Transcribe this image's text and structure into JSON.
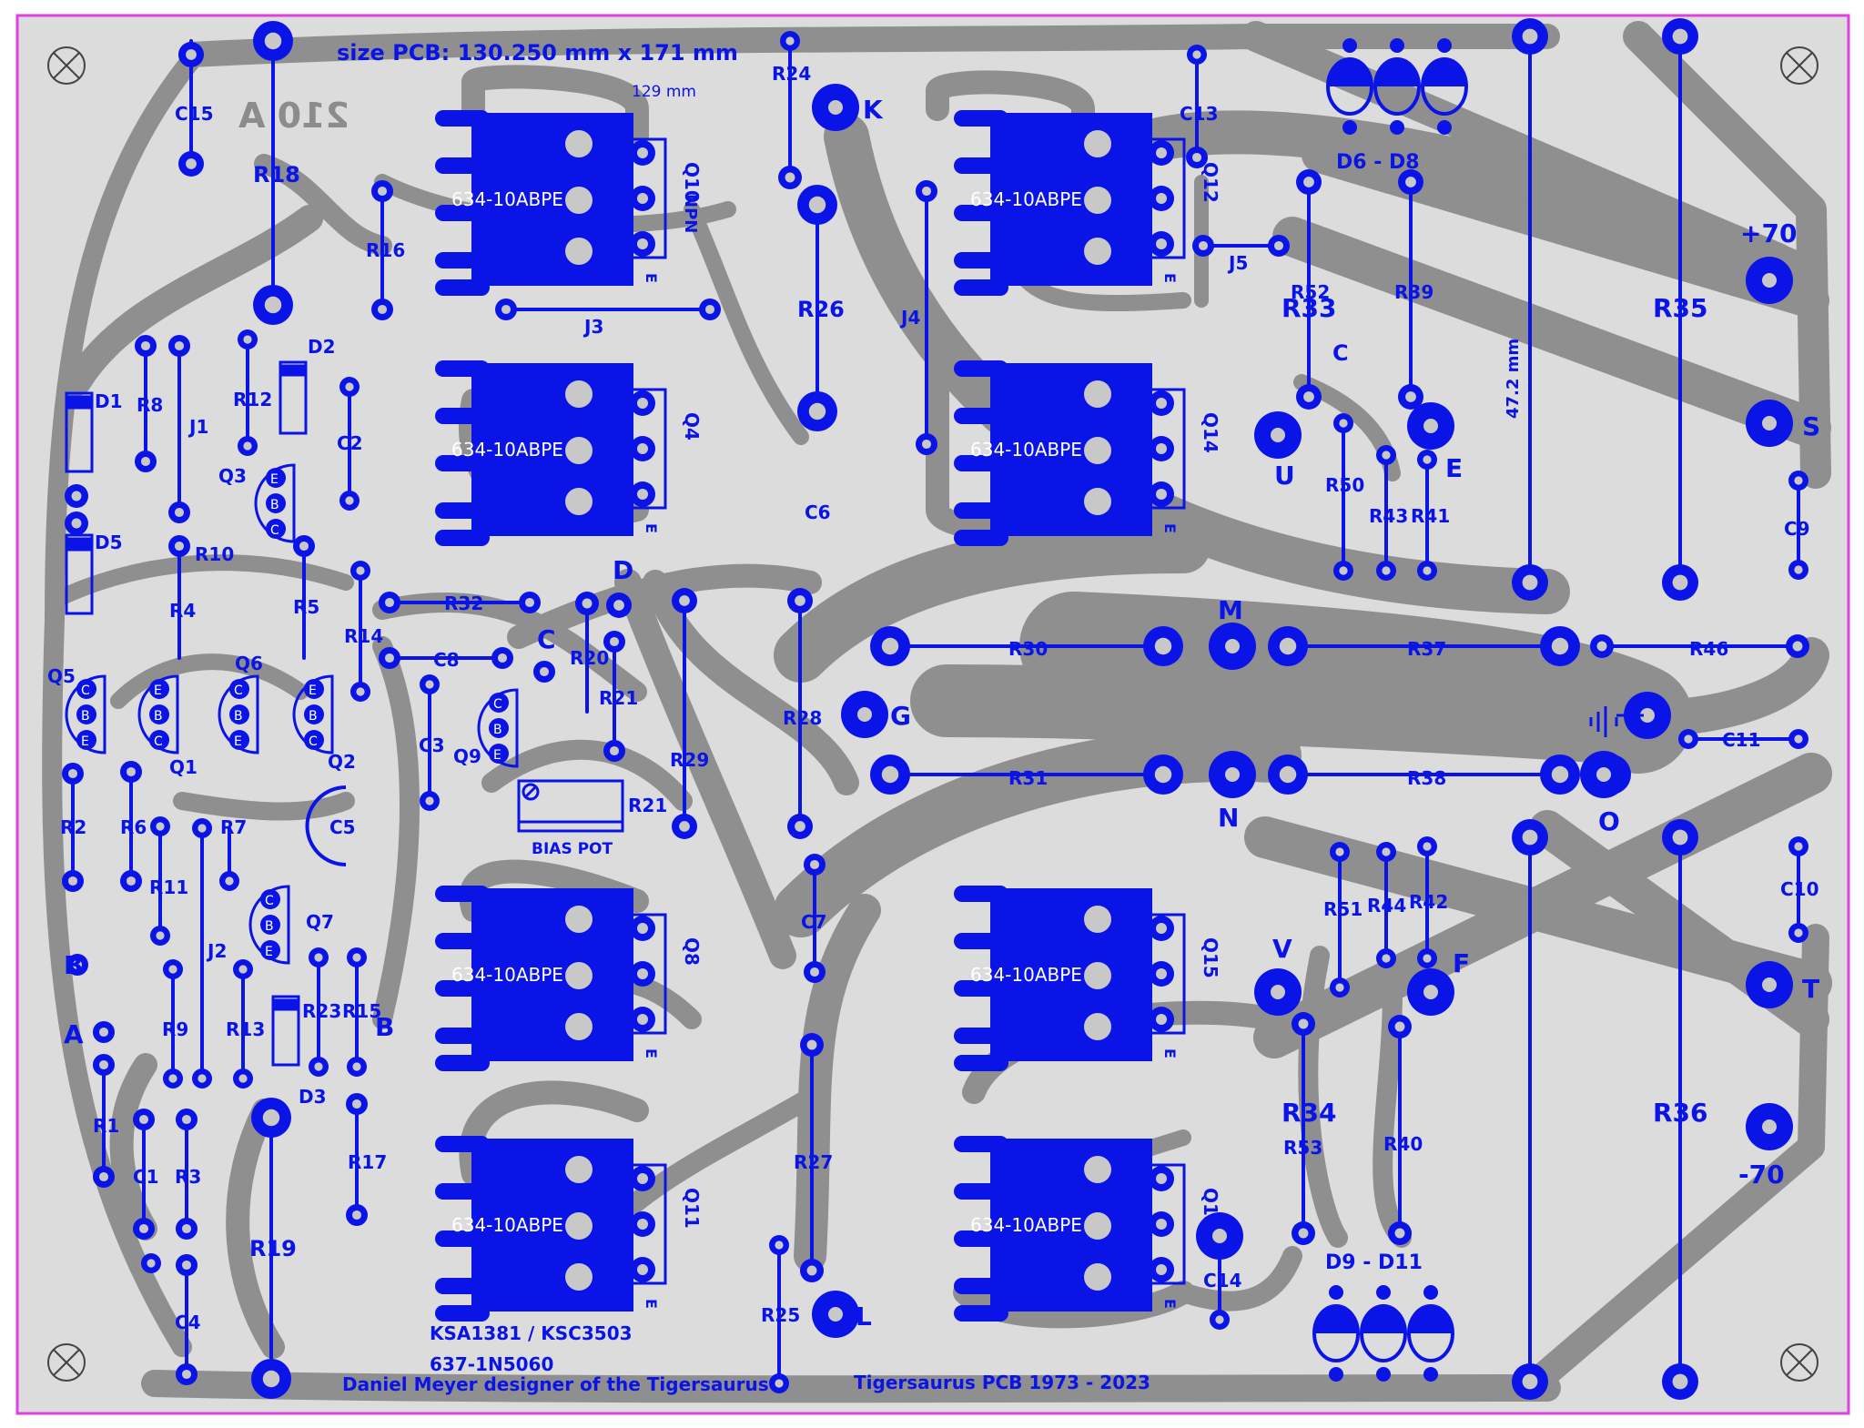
{
  "colors": {
    "board": "#dcdcdc",
    "outline": "#e040e0",
    "copper": "#8f8f8f",
    "silk": "#0a14e6",
    "pad_hole": "#c8c8c8"
  },
  "header": {
    "size_text": "size PCB: 130.250  mm x 171 mm",
    "width_dim": "129 mm",
    "height_dim": "47.2 mm",
    "mirror_text": "210 A"
  },
  "footer": {
    "designer": "Daniel Meyer designer of the Tigersaurus",
    "title": "Tigersaurus PCB 1973 - 2023",
    "transistors": "KSA1381 / KSC3503",
    "diode_part": "637-1N5060",
    "bias_pot": "BIAS POT"
  },
  "heatsink_part": "634-10ABPE",
  "heatsink_pins": "E",
  "npn_label": "NPN",
  "heatsinks": [
    "Q10",
    "Q12",
    "Q4",
    "Q14",
    "Q8",
    "Q15",
    "Q11",
    "Q13"
  ],
  "terminals": {
    "plus70": "+70",
    "minus70": "-70",
    "S": "S",
    "T": "T",
    "K": "K",
    "L": "L",
    "M": "M",
    "N": "N",
    "G": "G",
    "O": "O",
    "U": "U",
    "V": "V",
    "E": "E",
    "F": "F",
    "C": "C",
    "D": "D",
    "A": "A",
    "B": "B"
  },
  "big_resistors": [
    "R33",
    "R35",
    "R34",
    "R36"
  ],
  "diode_groups": [
    "D6 - D8",
    "D9 - D11"
  ],
  "components": [
    "C15",
    "R18",
    "R16",
    "R24",
    "R26",
    "J3",
    "J4",
    "J5",
    "C13",
    "R52",
    "R39",
    "D2",
    "R12",
    "R8",
    "D1",
    "J1",
    "Q3",
    "C2",
    "R10",
    "R4",
    "R5",
    "D5",
    "R14",
    "R32",
    "C8",
    "C3",
    "R20",
    "R21",
    "Q9",
    "R29",
    "R28",
    "C6",
    "R30",
    "R37",
    "R46",
    "R50",
    "R43",
    "R41",
    "C9",
    "Q5",
    "Q1",
    "Q6",
    "Q2",
    "R2",
    "R6",
    "R11",
    "R7",
    "C5",
    "R31",
    "R38",
    "C11",
    "R51",
    "R44",
    "R42",
    "C10",
    "Q7",
    "J2",
    "R9",
    "R13",
    "R23",
    "R15",
    "R1",
    "C1",
    "R3",
    "D3",
    "R17",
    "R19",
    "C4",
    "C7",
    "R27",
    "R25",
    "R53",
    "R40",
    "C14"
  ],
  "pin_letters": [
    "E",
    "B",
    "C"
  ]
}
